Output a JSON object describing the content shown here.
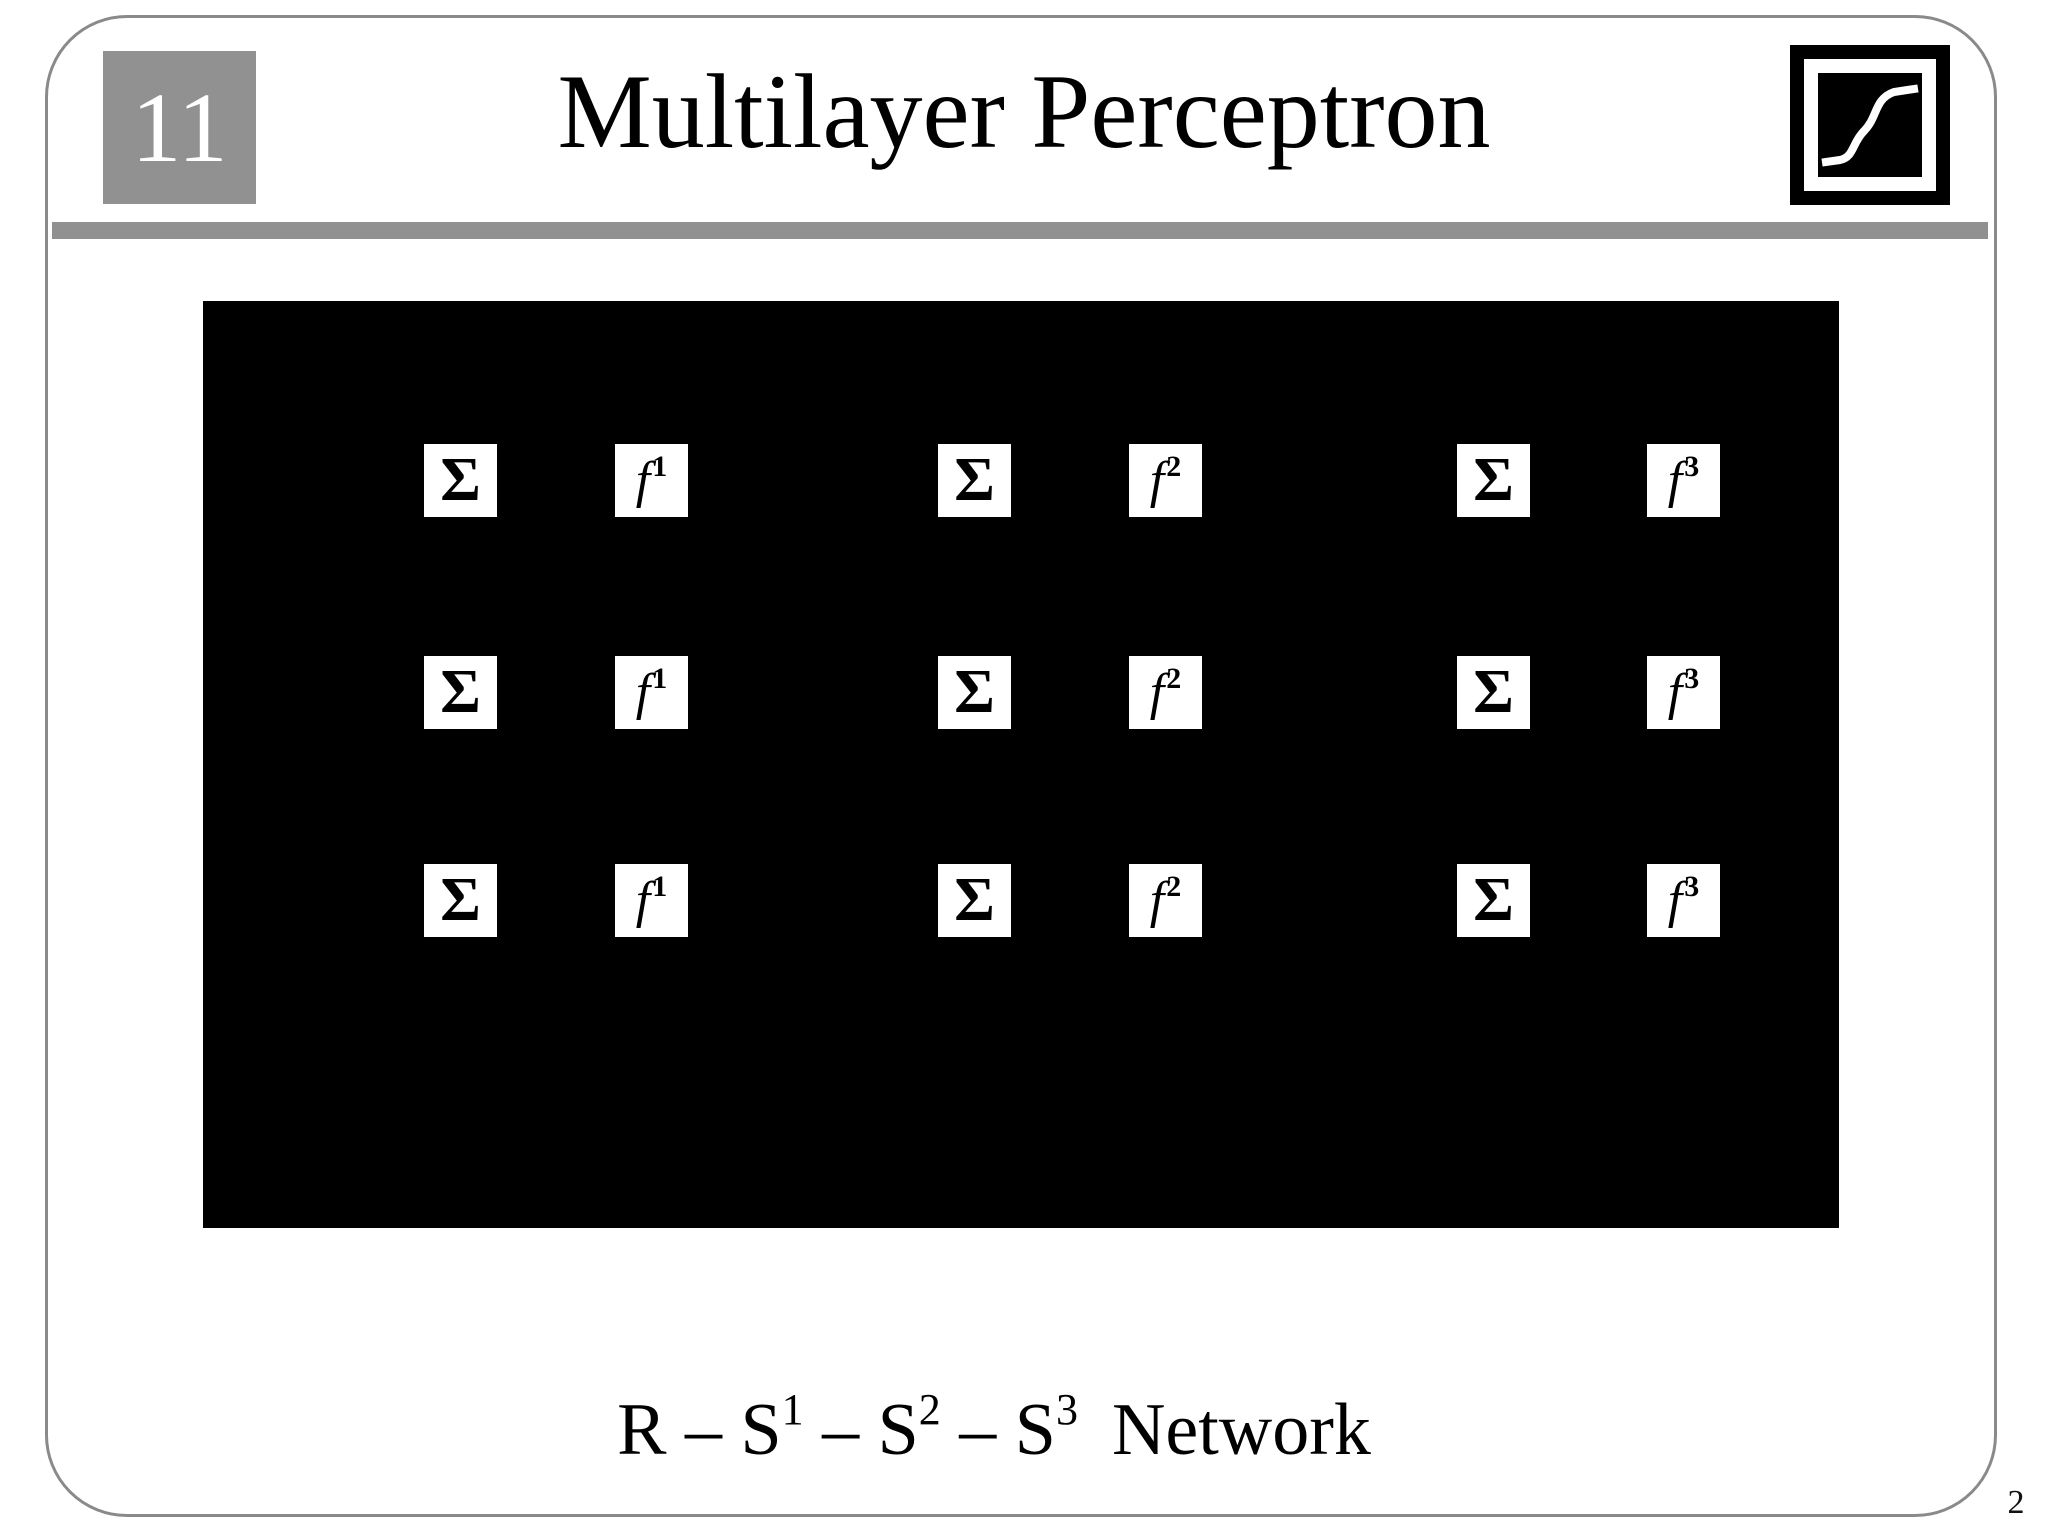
{
  "slide": {
    "badge_number": "11",
    "title": "Multilayer Perceptron",
    "page_number": "2"
  },
  "icons": {
    "logo": "sigmoid-transfer-function-icon"
  },
  "colors": {
    "accent_gray": "#919191",
    "border_gray": "#8a8a8a",
    "diagram_background": "#000000",
    "node_background": "#ffffff"
  },
  "diagram": {
    "sigma": "Σ",
    "f": "f",
    "superscripts": [
      "1",
      "2",
      "3"
    ],
    "rows": 3,
    "layers": 3
  },
  "caption": {
    "p1": "R – S",
    "s1": "1",
    "p2": " – S",
    "s2": "2",
    "p3": " – S",
    "s3": "3",
    "p4": "Network"
  }
}
